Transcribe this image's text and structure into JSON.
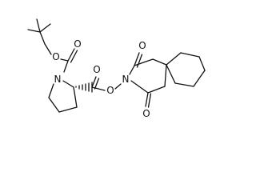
{
  "molecule": {
    "atom_labels": {
      "boc_ester_o": "O",
      "boc_carbonyl_o": "O",
      "proline_n": "N",
      "ester_carbonyl_o": "O",
      "ester_link_o": "O",
      "imide_n": "N",
      "imide_top_o": "O",
      "imide_bottom_o": "O"
    },
    "colors": {
      "bonds": "#111111",
      "labels": "#111111",
      "background": "#ffffff"
    }
  }
}
